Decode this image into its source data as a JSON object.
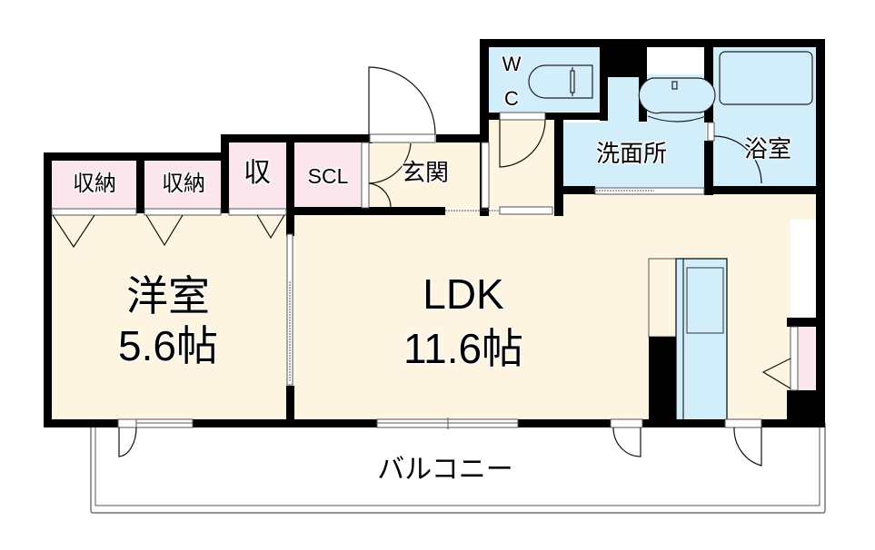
{
  "floorplan": {
    "colors": {
      "wall": "#000000",
      "living_floor": "#fdf4e1",
      "wet_area": "#d2eefa",
      "storage": "#fbe6ee",
      "background": "#ffffff"
    },
    "rooms": {
      "western_room": {
        "name": "洋室",
        "size": "5.6帖"
      },
      "ldk": {
        "name": "LDK",
        "size": "11.6帖"
      },
      "storage_1": {
        "name": "収納"
      },
      "storage_2": {
        "name": "収納"
      },
      "storage_3": {
        "name": "収"
      },
      "scl": {
        "name": "SCL"
      },
      "entrance": {
        "name": "玄関"
      },
      "wc": {
        "name_line1": "W",
        "name_line2": "C"
      },
      "washroom": {
        "name": "洗面所"
      },
      "bathroom": {
        "name": "浴室"
      },
      "balcony": {
        "name": "バルコニー"
      }
    }
  }
}
